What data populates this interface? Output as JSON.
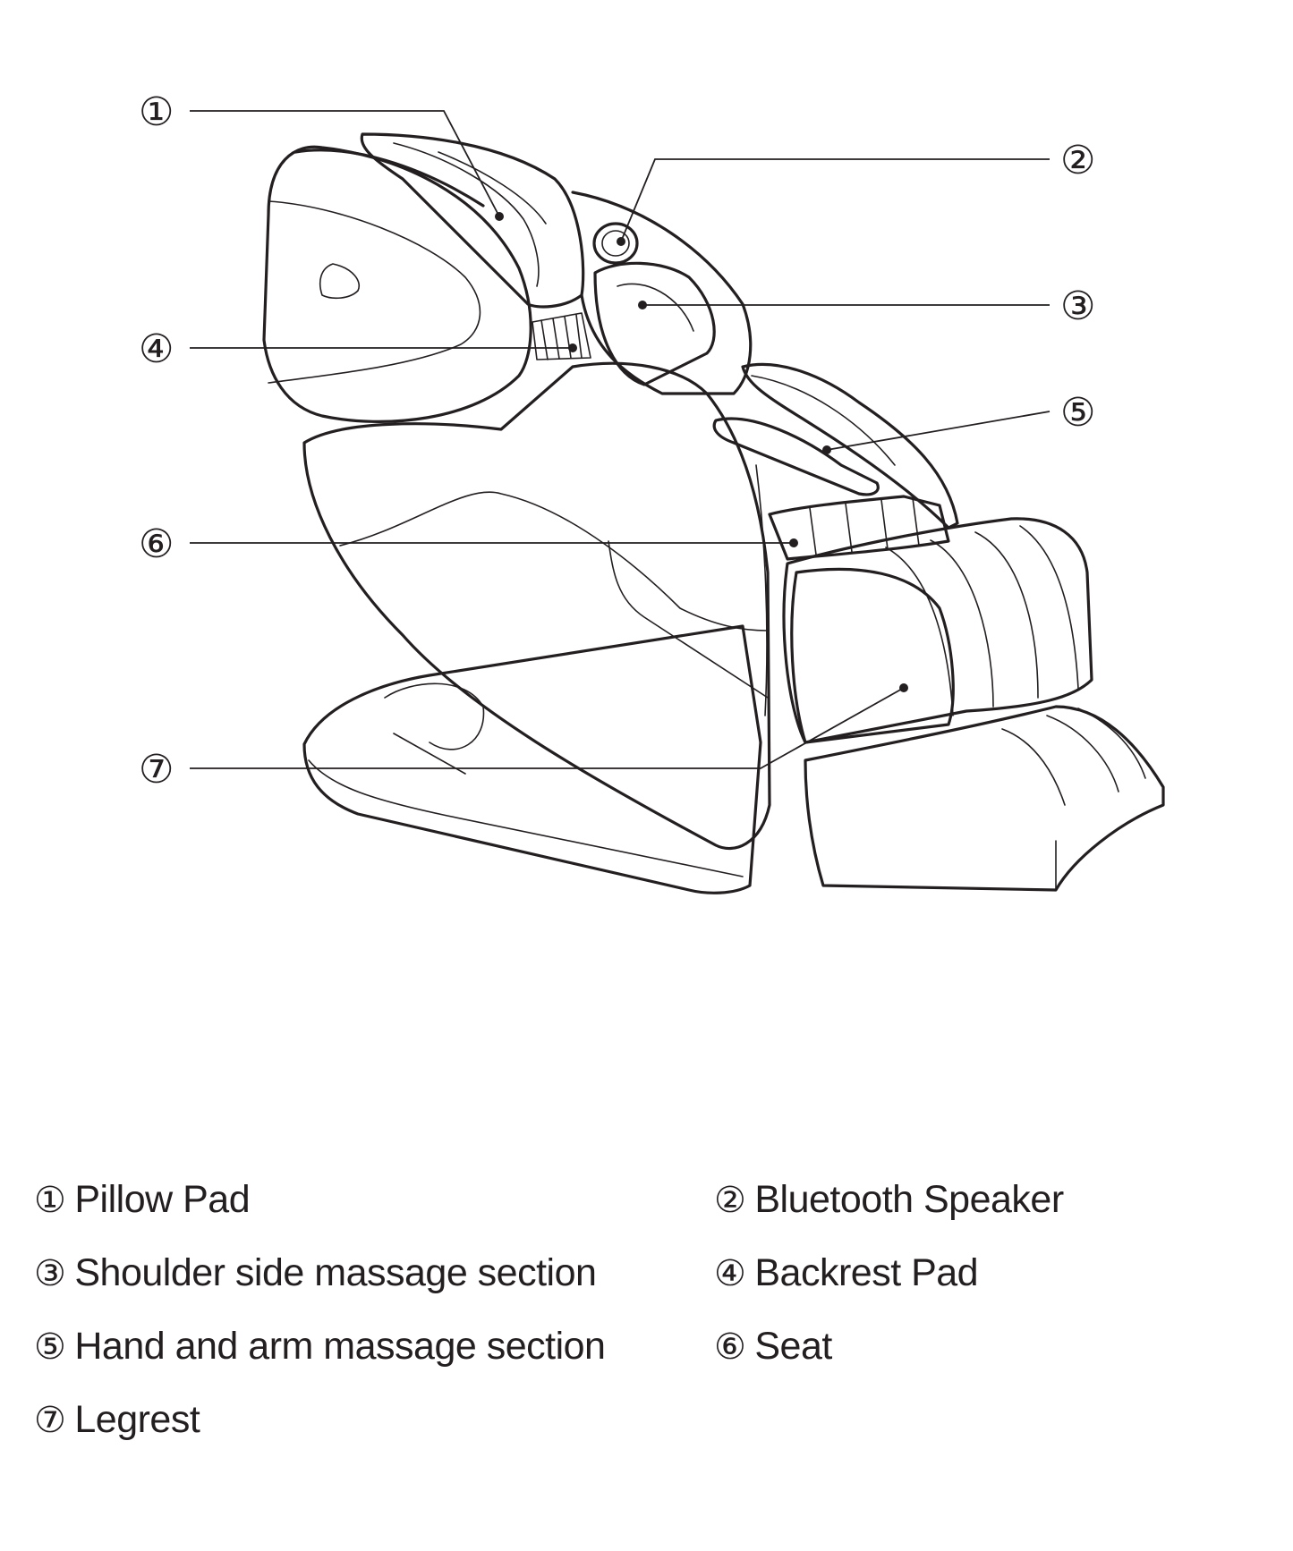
{
  "callouts": [
    {
      "number": "①",
      "label": "Pillow Pad"
    },
    {
      "number": "②",
      "label": "Bluetooth Speaker"
    },
    {
      "number": "③",
      "label": "Shoulder side massage section"
    },
    {
      "number": "④",
      "label": "Backrest Pad"
    },
    {
      "number": "⑤",
      "label": "Hand and arm massage section"
    },
    {
      "number": "⑥",
      "label": "Seat"
    },
    {
      "number": "⑦",
      "label": "Legrest"
    }
  ],
  "colors": {
    "line": "#231f20",
    "background": "#ffffff"
  }
}
